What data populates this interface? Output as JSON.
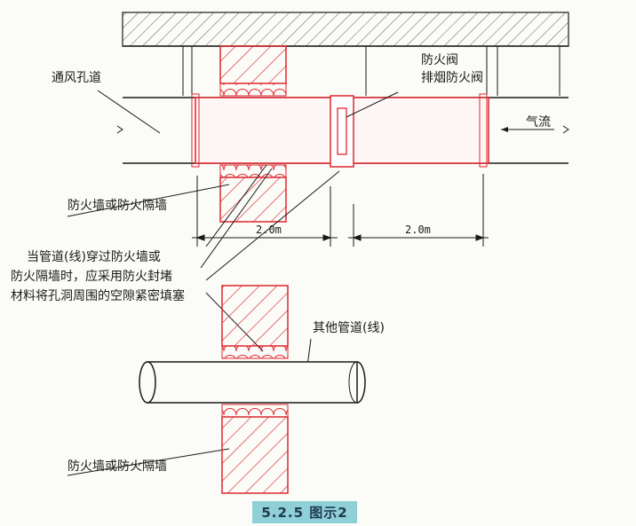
{
  "labels": {
    "vent_duct": "通风孔道",
    "fire_damper": "防火阀",
    "smoke_damper": "排烟防火阀",
    "airflow": "气流",
    "wall_top": "防火墙或防火隔墙",
    "note_line1": "当管道(线)穿过防火墙或",
    "note_line2": "防火隔墙时，应采用防火封堵",
    "note_line3": "材料将孔洞周围的空隙紧密填塞",
    "other_pipe": "其他管道(线)",
    "wall_bottom": "防火墙或防火隔墙"
  },
  "dimensions": {
    "left": "2.0m",
    "right": "2.0m"
  },
  "caption": "5.2.5 图示2",
  "colors": {
    "line": "#1a1a1a",
    "fire_red": "#e0262d",
    "caption_bg": "#8fcfd6"
  }
}
